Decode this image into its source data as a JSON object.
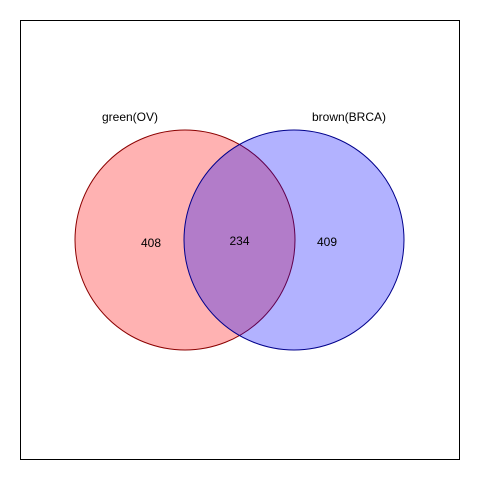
{
  "diagram": {
    "type": "venn",
    "sets": [
      {
        "label": "green(OV)",
        "only_count": "408",
        "fill": "#ff0000",
        "stroke": "#8b0000",
        "fill_opacity": 0.3
      },
      {
        "label": "brown(BRCA)",
        "only_count": "409",
        "fill": "#0000ff",
        "stroke": "#00008b",
        "fill_opacity": 0.3
      }
    ],
    "intersection_count": "234",
    "border_color": "#000000",
    "background": "#ffffff"
  }
}
